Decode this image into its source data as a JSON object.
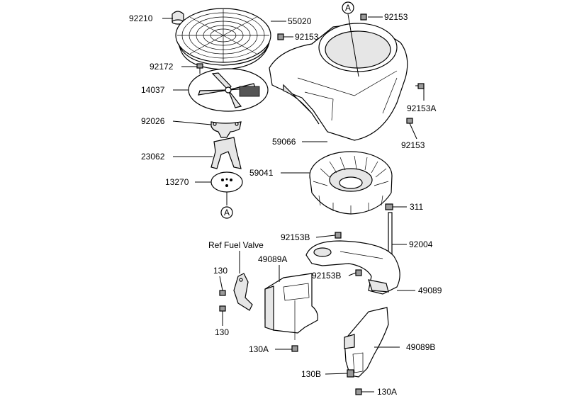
{
  "labels": {
    "p92210": "92210",
    "p55020": "55020",
    "p92153_top": "92153",
    "p92153_mid": "92153",
    "p92172": "92172",
    "p14037": "14037",
    "p92153A": "92153A",
    "p92026": "92026",
    "p92153_right": "92153",
    "p59066": "59066",
    "p23062": "23062",
    "p59041": "59041",
    "p13270": "13270",
    "p311": "311",
    "p92153B_a": "92153B",
    "p92004": "92004",
    "ref_fuel": "Ref Fuel Valve",
    "p49089A": "49089A",
    "p130_a": "130",
    "p92153B_b": "92153B",
    "p49089": "49089",
    "p130_b": "130",
    "p49089B": "49089B",
    "p130A_a": "130A",
    "p130B": "130B",
    "p130A_b": "130A",
    "marker_top": "A",
    "marker_bottom": "A"
  }
}
